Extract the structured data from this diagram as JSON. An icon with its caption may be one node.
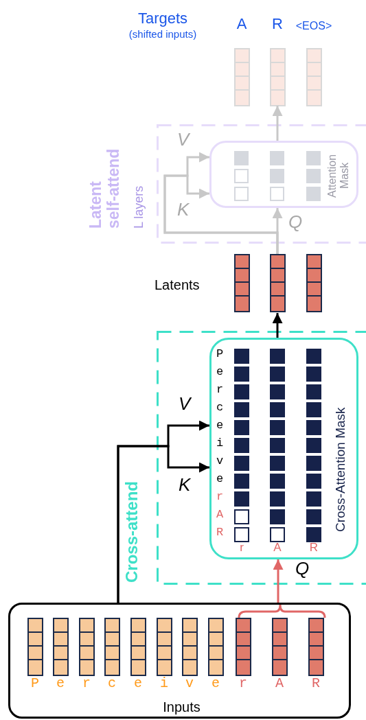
{
  "diagram": {
    "nodes": [
      {
        "text": [
          "Inputs"
        ]
      },
      {
        "text": [
          "Cross-attend"
        ]
      },
      {
        "text": [
          "Cross-Attention Mask"
        ],
        "in": 1
      },
      {
        "text": [
          "Latents"
        ]
      },
      {
        "text": [
          "Latent self-attend",
          "L layers"
        ]
      },
      {
        "text": [
          "Attention Mask"
        ],
        "in": 4
      },
      {
        "text": [
          "Targets",
          "(shifted inputs)"
        ]
      }
    ],
    "edges": [
      {
        "from": 0,
        "to": 2,
        "arrow": "to",
        "label": "V",
        "color": "#000000"
      },
      {
        "from": 0,
        "to": 2,
        "arrow": "to",
        "label": "K",
        "color": "#000000"
      },
      {
        "from": 0,
        "to": 2,
        "arrow": "to",
        "label": "Q",
        "color": "#e06666"
      },
      {
        "from": 2,
        "to": 3,
        "arrow": "to",
        "color": "#000000"
      },
      {
        "from": 3,
        "to": 5,
        "arrow": "to",
        "label": "Q",
        "color": "#c8c8c8"
      },
      {
        "from": 3,
        "to": 5,
        "arrow": "to",
        "label": "V",
        "color": "#c8c8c8"
      },
      {
        "from": 3,
        "to": 5,
        "arrow": "to",
        "label": "K",
        "color": "#c8c8c8"
      },
      {
        "from": 5,
        "to": 6,
        "arrow": "to",
        "color": "#c8c8c8"
      }
    ],
    "labels": [
      "P",
      "e",
      "r",
      "c",
      "e",
      "i",
      "v",
      "e",
      "r",
      "A",
      "R",
      "P",
      "e",
      "r",
      "c",
      "e",
      "i",
      "v",
      "e",
      "r",
      "A",
      "R",
      "r",
      "A",
      "R",
      "A",
      "R",
      "<EOS>"
    ]
  }
}
